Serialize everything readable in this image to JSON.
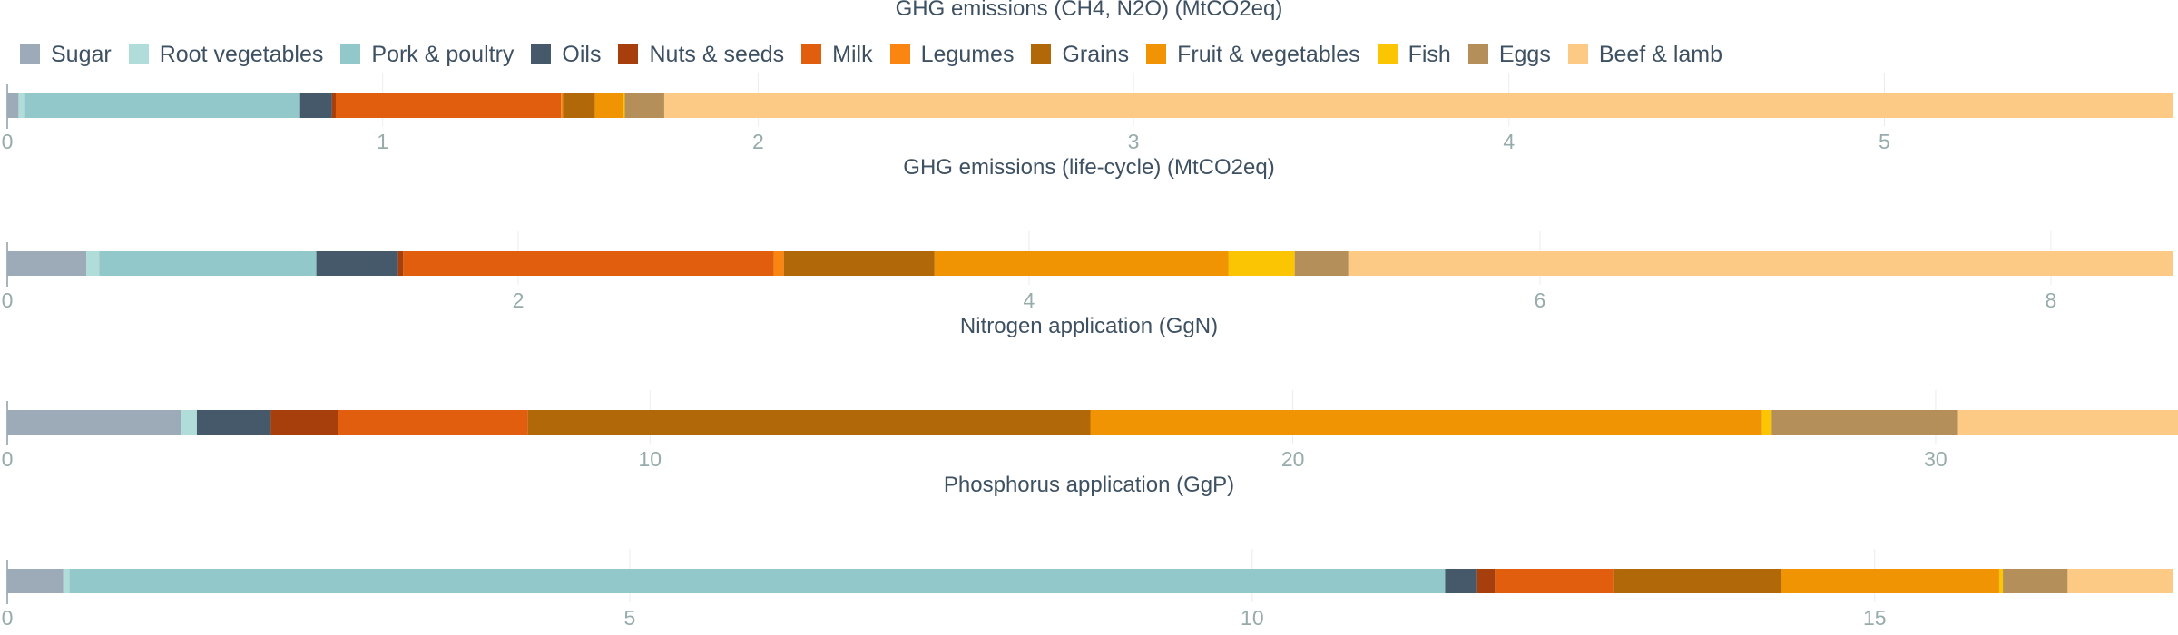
{
  "categories": [
    "Sugar",
    "Root vegetables",
    "Pork & poultry",
    "Oils",
    "Nuts & seeds",
    "Milk",
    "Legumes",
    "Grains",
    "Fruit & vegetables",
    "Fish",
    "Eggs",
    "Beef & lamb"
  ],
  "colors": {
    "Sugar": "#9dabb8",
    "Root vegetables": "#b0dcd9",
    "Pork & poultry": "#92c8c9",
    "Oils": "#46596b",
    "Nuts & seeds": "#a63f0b",
    "Milk": "#e05e0d",
    "Legumes": "#fa8611",
    "Grains": "#b06808",
    "Fruit & vegetables": "#f19404",
    "Fish": "#fcc503",
    "Eggs": "#b48f5a",
    "Beef & lamb": "#fcca84"
  },
  "chart_data": [
    {
      "type": "bar",
      "title": "GHG emissions (CH4, N2O) (MtCO2eq)",
      "xlim": [
        0,
        5.77
      ],
      "ticks": [
        0,
        1,
        2,
        3,
        4,
        5
      ],
      "tick_labels": [
        "0",
        "1",
        "2",
        "3",
        "4",
        "5"
      ],
      "series": [
        {
          "name": "Sugar",
          "value": 0.03
        },
        {
          "name": "Root vegetables",
          "value": 0.015
        },
        {
          "name": "Pork & poultry",
          "value": 0.735
        },
        {
          "name": "Oils",
          "value": 0.085
        },
        {
          "name": "Nuts & seeds",
          "value": 0.01
        },
        {
          "name": "Milk",
          "value": 0.6
        },
        {
          "name": "Legumes",
          "value": 0.005
        },
        {
          "name": "Grains",
          "value": 0.085
        },
        {
          "name": "Fruit & vegetables",
          "value": 0.075
        },
        {
          "name": "Fish",
          "value": 0.005
        },
        {
          "name": "Eggs",
          "value": 0.105
        },
        {
          "name": "Beef & lamb",
          "value": 4.02
        }
      ]
    },
    {
      "type": "bar",
      "title": "GHG emissions (life-cycle) (MtCO2eq)",
      "xlim": [
        0,
        8.48
      ],
      "ticks": [
        0,
        2,
        4,
        6,
        8
      ],
      "tick_labels": [
        "0",
        "2",
        "4",
        "6",
        "8"
      ],
      "series": [
        {
          "name": "Sugar",
          "value": 0.31
        },
        {
          "name": "Root vegetables",
          "value": 0.05
        },
        {
          "name": "Pork & poultry",
          "value": 0.85
        },
        {
          "name": "Oils",
          "value": 0.32
        },
        {
          "name": "Nuts & seeds",
          "value": 0.02
        },
        {
          "name": "Milk",
          "value": 1.45
        },
        {
          "name": "Legumes",
          "value": 0.04
        },
        {
          "name": "Grains",
          "value": 0.59
        },
        {
          "name": "Fruit & vegetables",
          "value": 1.15
        },
        {
          "name": "Fish",
          "value": 0.26
        },
        {
          "name": "Eggs",
          "value": 0.21
        },
        {
          "name": "Beef & lamb",
          "value": 3.23
        }
      ]
    },
    {
      "type": "bar",
      "title": "Nitrogen application (GgN)",
      "xlim": [
        0,
        33.7
      ],
      "ticks": [
        0,
        10,
        20,
        30
      ],
      "tick_labels": [
        "0",
        "10",
        "20",
        "30"
      ],
      "series": [
        {
          "name": "Sugar",
          "value": 2.7
        },
        {
          "name": "Root vegetables",
          "value": 0.25
        },
        {
          "name": "Pork & poultry",
          "value": 0.0
        },
        {
          "name": "Oils",
          "value": 1.15
        },
        {
          "name": "Nuts & seeds",
          "value": 1.05
        },
        {
          "name": "Milk",
          "value": 2.95
        },
        {
          "name": "Legumes",
          "value": 0.0
        },
        {
          "name": "Grains",
          "value": 8.75
        },
        {
          "name": "Fruit & vegetables",
          "value": 10.45
        },
        {
          "name": "Fish",
          "value": 0.15
        },
        {
          "name": "Eggs",
          "value": 2.9
        },
        {
          "name": "Beef & lamb",
          "value": 3.45
        }
      ]
    },
    {
      "type": "bar",
      "title": "Phosphorus application (GgP)",
      "xlim": [
        0,
        17.4
      ],
      "ticks": [
        0,
        5,
        10,
        15
      ],
      "tick_labels": [
        "0",
        "5",
        "10",
        "15"
      ],
      "series": [
        {
          "name": "Sugar",
          "value": 0.45
        },
        {
          "name": "Root vegetables",
          "value": 0.05
        },
        {
          "name": "Pork & poultry",
          "value": 11.05
        },
        {
          "name": "Oils",
          "value": 0.25
        },
        {
          "name": "Nuts & seeds",
          "value": 0.15
        },
        {
          "name": "Milk",
          "value": 0.95
        },
        {
          "name": "Legumes",
          "value": 0.0
        },
        {
          "name": "Grains",
          "value": 1.35
        },
        {
          "name": "Fruit & vegetables",
          "value": 1.75
        },
        {
          "name": "Fish",
          "value": 0.03
        },
        {
          "name": "Eggs",
          "value": 0.52
        },
        {
          "name": "Beef & lamb",
          "value": 0.85
        }
      ]
    }
  ]
}
